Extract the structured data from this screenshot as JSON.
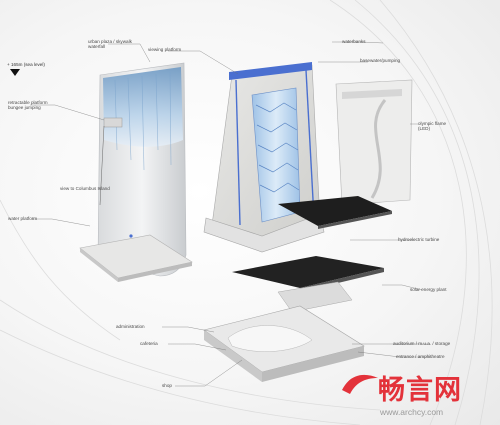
{
  "labels": {
    "urban_plaza": "urban plaza / skywalk",
    "waterfall": "waterfall",
    "viewing_platform": "viewing platform",
    "waterbanks": "waterbanks",
    "basewater": "basewater/pumping",
    "elevation": "+ 165m (sea level)",
    "retractable": "retractable platform",
    "bungee": "bungee jumping",
    "olympic_flame": "olympic flame",
    "led": "(LED)",
    "view": "view to Columbus Island",
    "water_platform": "water platform",
    "turbine": "hydroelectric turbine",
    "solar": "solar energy plant",
    "auditorium": "auditorium / m.u.a. / storage",
    "administration": "administration",
    "entrance": "entrance / amphitheatre",
    "cafeteria": "cafeteria",
    "shop": "shop"
  },
  "watermark": {
    "brand": "畅言网",
    "url": "www.archcy.com"
  },
  "colors": {
    "accent_red": "#e3323a",
    "water_blue": "#9cc0e0",
    "frame_blue": "#4a6fd0",
    "dark_panel": "#1e1e1e"
  }
}
